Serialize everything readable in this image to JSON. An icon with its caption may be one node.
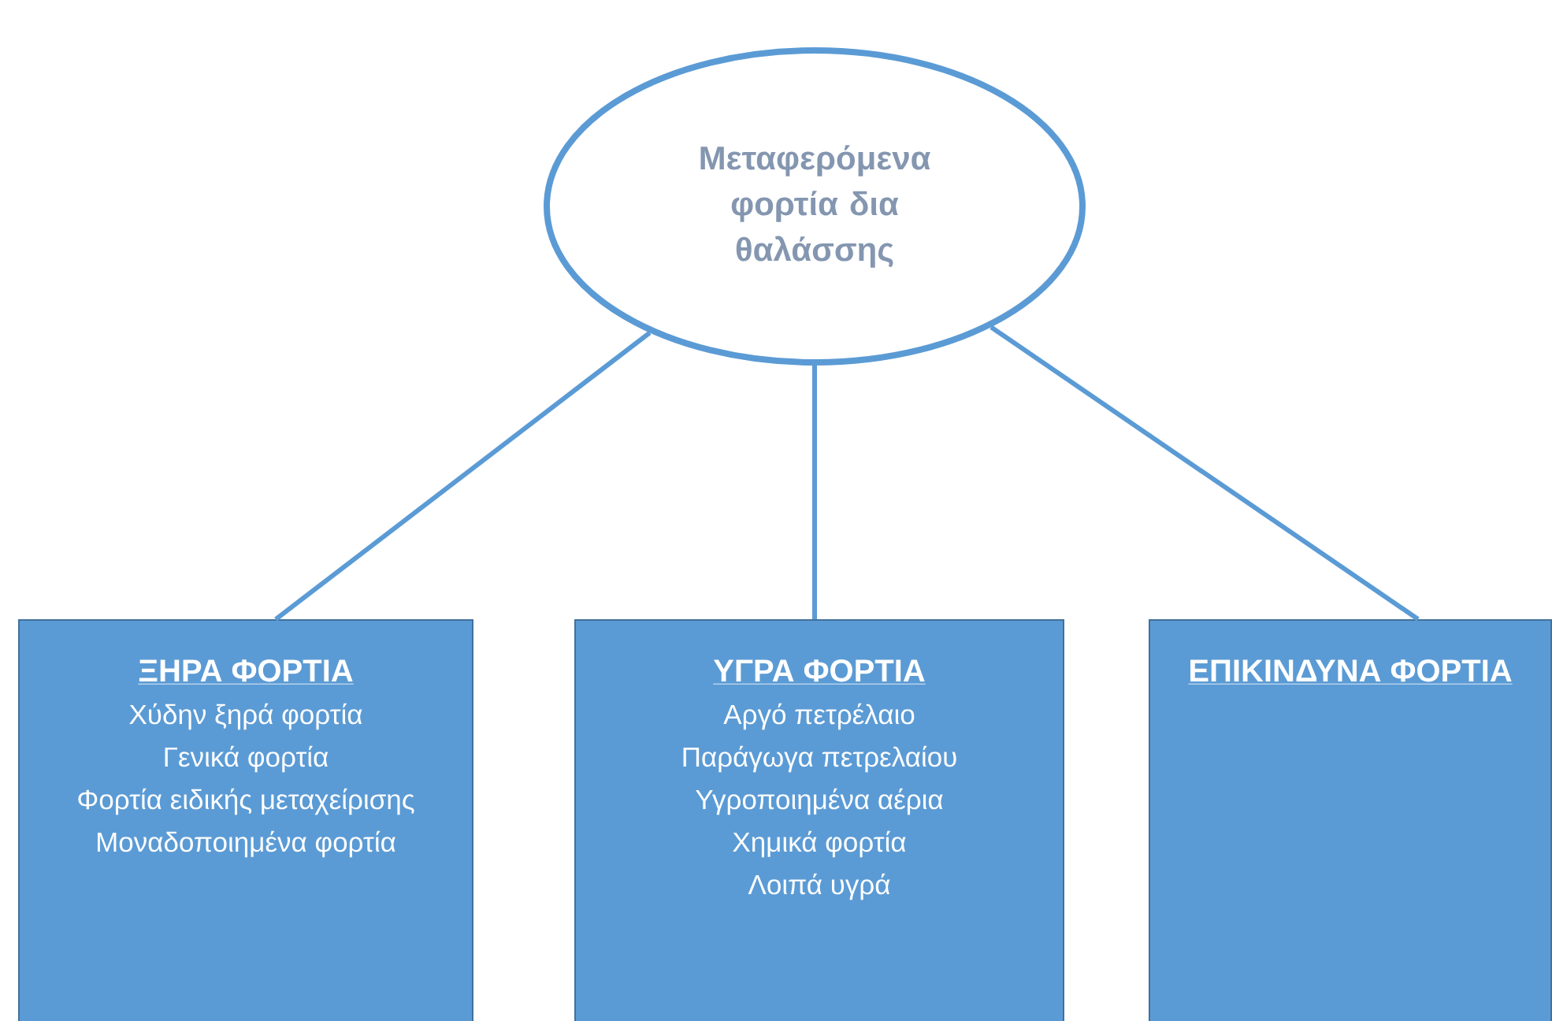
{
  "diagram": {
    "nodes": [
      {
        "text": [
          "Μεταφερόμενα φορτία δια θαλάσσης"
        ]
      },
      {
        "text": [
          "ΞΗΡΑ ΦΟΡΤΙΑ",
          "Χύδην ξηρά φορτία",
          "Γενικά φορτία",
          "Φορτία ειδικής μεταχείρισης",
          "Μοναδοποιημένα φορτία"
        ]
      },
      {
        "text": [
          "ΥΓΡΑ ΦΟΡΤΙΑ",
          "Αργό πετρέλαιο",
          "Παράγωγα πετρελαίου",
          "Υγροποιημένα αέρια",
          "Χημικά φορτία",
          "Λοιπά υγρά"
        ]
      },
      {
        "text": [
          "ΕΠΙΚΙΝΔΥΝΑ ΦΟΡΤΙΑ"
        ]
      }
    ],
    "edges": [
      {
        "from": 0,
        "to": 1,
        "arrow": "none"
      },
      {
        "from": 0,
        "to": 2,
        "arrow": "none"
      },
      {
        "from": 0,
        "to": 3,
        "arrow": "none"
      }
    ]
  }
}
